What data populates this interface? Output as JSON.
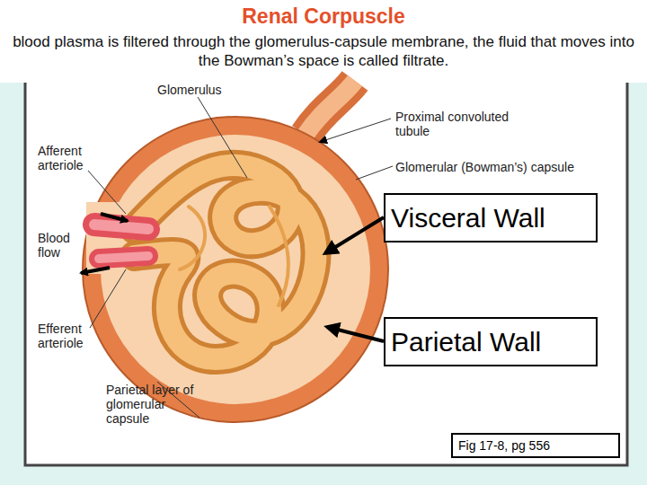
{
  "diagram": {
    "title": "Renal Corpuscle",
    "nodes": [
      {
        "text": [
          "Visceral Wall"
        ]
      },
      {
        "text": [
          "Parietal Wall"
        ]
      },
      {
        "text": [
          "Fig 17-8, pg 556"
        ]
      }
    ],
    "labels": [
      "blood plasma is filtered through the glomerulus-capsule membrane, the fluid that moves into the Bowman’s space is called filtrate.",
      "Glomerulus",
      "Proximal convoluted tubule",
      "Glomerular (Bowman’s) capsule",
      "Afferent arteriole",
      "Blood flow",
      "Efferent arteriole",
      "Parietal layer of glomerular capsule"
    ]
  }
}
